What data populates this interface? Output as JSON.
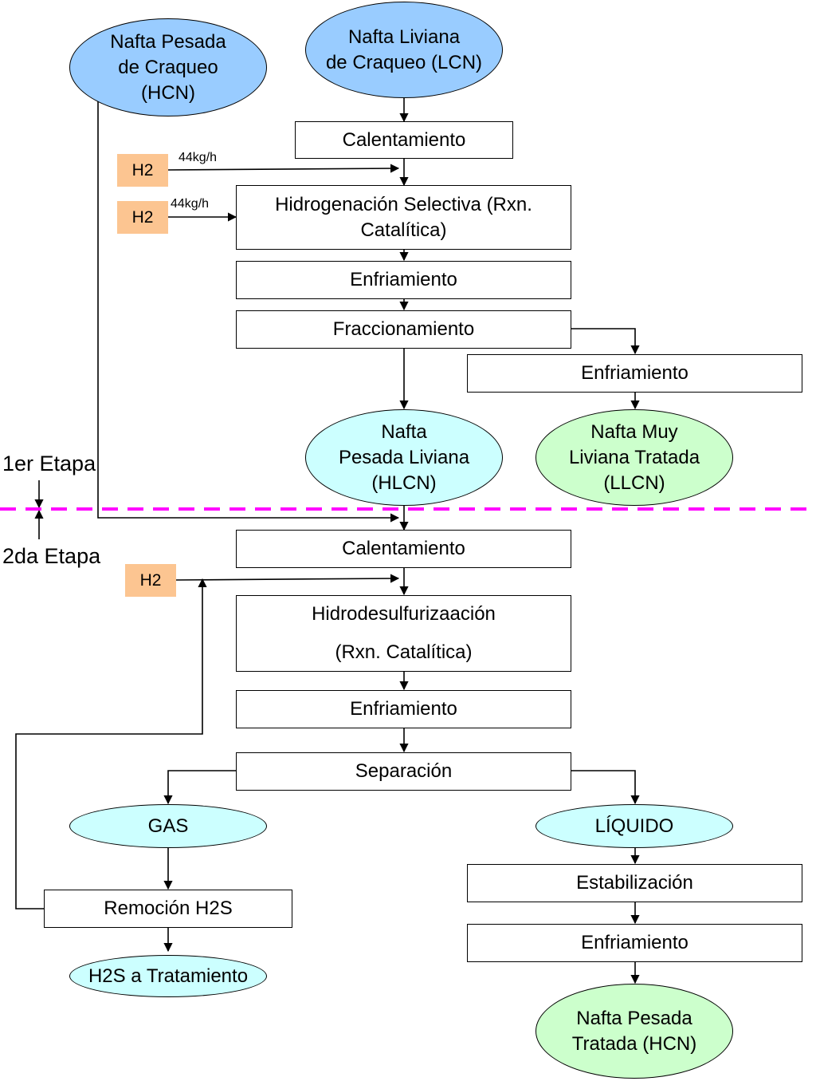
{
  "feeds": {
    "hcn": "Nafta Pesada\nde Craqueo\n(HCN)",
    "lcn": "Nafta Liviana\nde Craqueo (LCN)"
  },
  "stage1": {
    "label": "1er Etapa",
    "heating": "Calentamiento",
    "h2_a": "H2",
    "rate_a": "44kg/h",
    "h2_b": "H2",
    "rate_b": "44kg/h",
    "hydrogenation": "Hidrogenación Selectiva (Rxn.\nCatalítica)",
    "cooling": "Enfriamiento",
    "fractionation": "Fraccionamiento",
    "cooling_side": "Enfriamiento",
    "hlcn": "Nafta\nPesada Liviana\n(HLCN)",
    "llcn": "Nafta Muy\nLiviana Tratada\n(LLCN)"
  },
  "stage2": {
    "label": "2da Etapa",
    "heating": "Calentamiento",
    "h2": "H2",
    "hds": "Hidrodesulfurizaación\n\n(Rxn. Catalítica)",
    "cooling": "Enfriamiento",
    "separation": "Separación",
    "gas": "GAS",
    "liquid": "LÍQUIDO",
    "h2s_removal": "Remoción H2S",
    "h2s_treatment": "H2S a Tratamiento",
    "stabilization": "Estabilización",
    "cooling_final": "Enfriamiento",
    "hcn_treated": "Nafta Pesada\nTratada (HCN)"
  },
  "colors": {
    "feed": "#99ccff",
    "intermediate": "#ccffff",
    "product": "#ccffcc",
    "h2": "#fcc591",
    "stage_divider": "#ff00ff"
  }
}
